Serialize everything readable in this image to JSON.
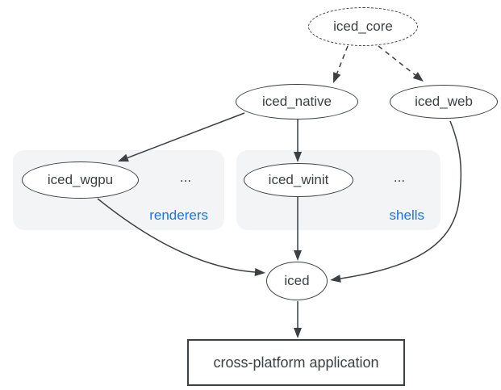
{
  "colors": {
    "edge": "#3c4043",
    "node_border": "#3c4043",
    "node_bg": "#ffffff",
    "node_text": "#3c4043",
    "group_bg": "#f3f4f6",
    "group_label": "#1a73e8",
    "canvas_bg": "#ffffff"
  },
  "nodes": {
    "iced_core": {
      "label": "iced_core"
    },
    "iced_native": {
      "label": "iced_native"
    },
    "iced_web": {
      "label": "iced_web"
    },
    "iced_wgpu": {
      "label": "iced_wgpu"
    },
    "iced_winit": {
      "label": "iced_winit"
    },
    "iced": {
      "label": "iced"
    },
    "application": {
      "label": "cross-platform application"
    }
  },
  "groups": {
    "renderers": {
      "label": "renderers",
      "ellipsis": "..."
    },
    "shells": {
      "label": "shells",
      "ellipsis": "..."
    }
  },
  "edges": [
    {
      "from": "iced_core",
      "to": "iced_native",
      "style": "dashed"
    },
    {
      "from": "iced_core",
      "to": "iced_web",
      "style": "dashed"
    },
    {
      "from": "iced_native",
      "to": "iced_wgpu",
      "style": "solid"
    },
    {
      "from": "iced_native",
      "to": "iced_winit",
      "style": "solid"
    },
    {
      "from": "iced_wgpu",
      "to": "iced",
      "style": "solid"
    },
    {
      "from": "iced_winit",
      "to": "iced",
      "style": "solid"
    },
    {
      "from": "iced_web",
      "to": "iced",
      "style": "solid"
    },
    {
      "from": "iced",
      "to": "application",
      "style": "solid"
    }
  ]
}
